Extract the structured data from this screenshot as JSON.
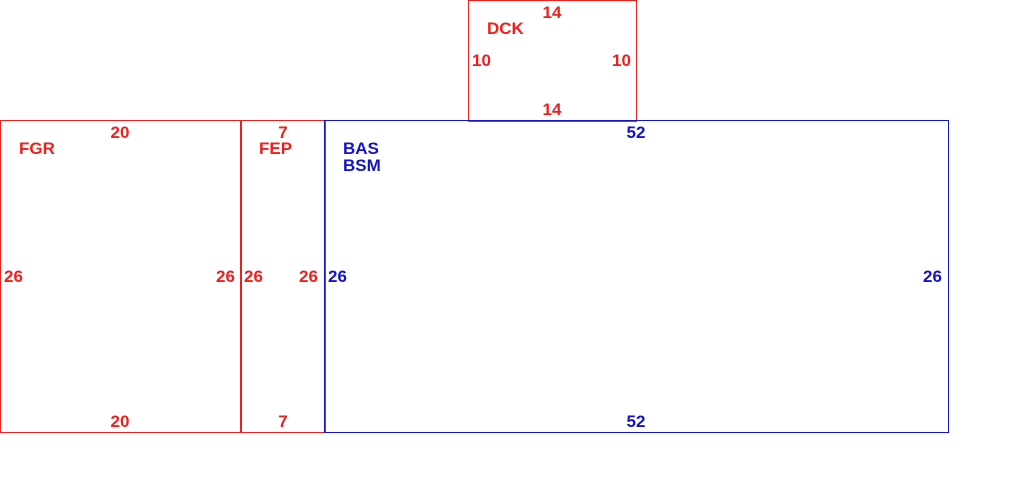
{
  "colors": {
    "red": "#e8231f",
    "blue": "#1313c8"
  },
  "rooms": {
    "dck": {
      "name": "DCK",
      "top": "14",
      "bottom": "14",
      "left": "10",
      "right": "10"
    },
    "fgr": {
      "name": "FGR",
      "top": "20",
      "bottom": "20",
      "left": "26",
      "right": "26"
    },
    "fep": {
      "name": "FEP",
      "top": "7",
      "bottom": "7",
      "left": "26",
      "right": "26"
    },
    "bas": {
      "name": "BAS",
      "name2": "BSM",
      "top": "52",
      "bottom": "52",
      "left": "26",
      "right": "26"
    }
  }
}
